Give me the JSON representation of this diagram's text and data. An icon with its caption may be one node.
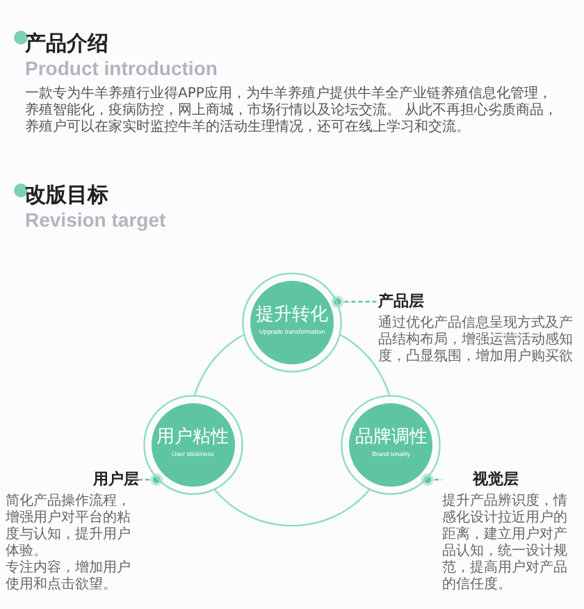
{
  "diagram": {
    "nodes": [
      {
        "text": [
          "提升转化",
          "Upgrade transformation"
        ]
      },
      {
        "text": [
          "产品层",
          "通过优化产品信息呈现方式及产品结构布局，增强运营活动感知度，凸显氛围，增加用户购买欲"
        ]
      },
      {
        "text": [
          "用户粘性",
          "User stickiness"
        ]
      },
      {
        "text": [
          "品牌调性",
          "Brand tonality"
        ]
      },
      {
        "text": [
          "用户层",
          "简化产品操作流程，增强用户对平台的粘度与认知，提升用户体验。",
          "专注内容，增加用户使用和点击欲望。"
        ]
      },
      {
        "text": [
          "视觉层",
          "提升产品辨识度，情感化设计拉近用户的距离，建立用户对产品认知，统一设计规范，提高用户对产品的信任度。"
        ]
      }
    ],
    "edges": [
      {
        "from": 0,
        "to": 2,
        "arrow": "none"
      },
      {
        "from": 0,
        "to": 3,
        "arrow": "none"
      },
      {
        "from": 2,
        "to": 3,
        "arrow": "none"
      },
      {
        "from": 0,
        "to": 1,
        "arrow": "other",
        "style": "dashed"
      },
      {
        "from": 2,
        "to": 4,
        "arrow": "other",
        "style": "dashed"
      },
      {
        "from": 3,
        "to": 5,
        "arrow": "other",
        "style": "dashed"
      }
    ],
    "labels": [
      "产品介绍",
      "Product introduction",
      "一款专为牛羊养殖行业得APP应用，为牛羊养殖户提供牛羊全产业链养殖信息化管理，养殖智能化，疫病防控，网上商城，市场行情以及论坛交流。 从此不再担心劣质商品，养殖户可以在家实时监控牛羊的活动生理情况，还可在线上学习和交流。",
      "改版目标",
      "Revision target"
    ]
  }
}
